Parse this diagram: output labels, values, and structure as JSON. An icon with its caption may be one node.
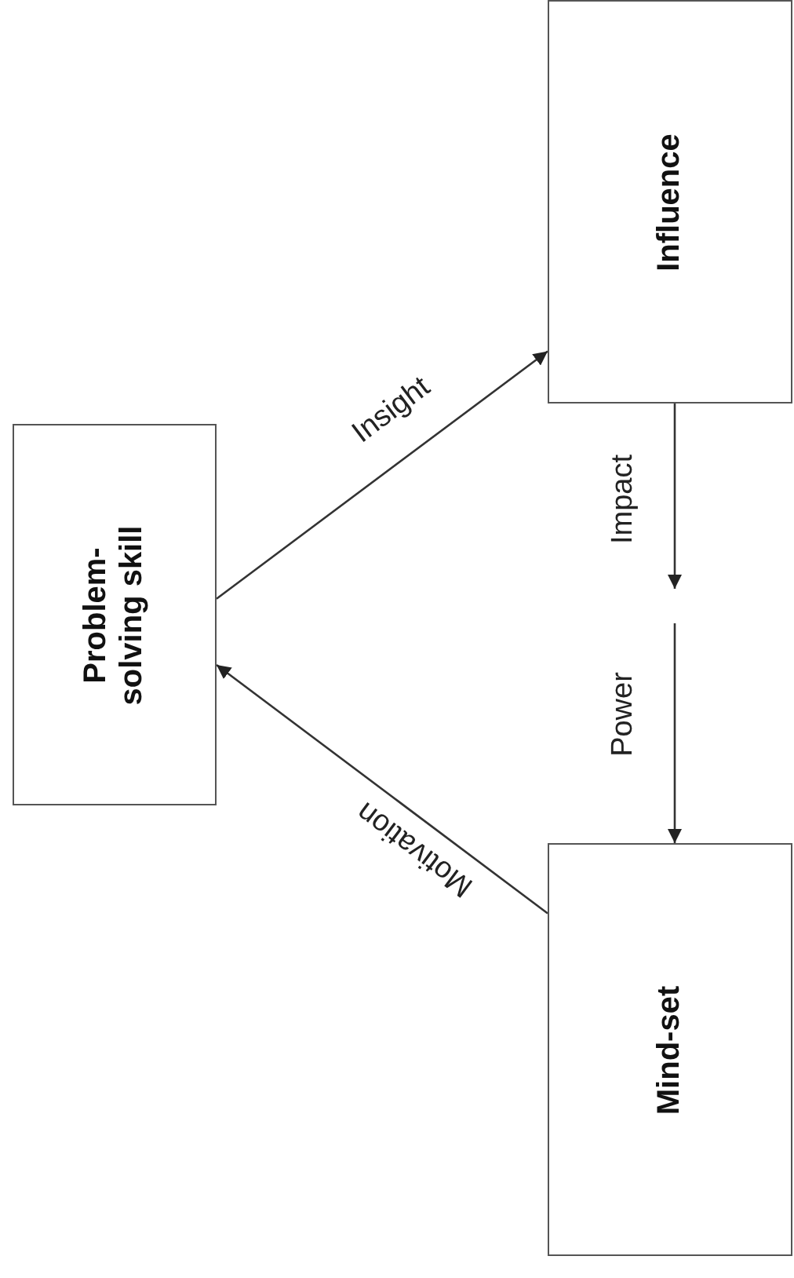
{
  "diagram": {
    "nodes": [
      {
        "text": [
          "Problem-solving skill"
        ]
      },
      {
        "text": [
          "Influence"
        ]
      },
      {
        "text": [
          "Mind-set"
        ]
      }
    ],
    "edges": [
      {
        "from": 0,
        "to": 1,
        "arrow": "to",
        "label": "Insight"
      },
      {
        "from": 1,
        "to": null,
        "arrow": "to",
        "label": "Impact"
      },
      {
        "from": null,
        "to": 2,
        "arrow": "to",
        "label": "Power"
      },
      {
        "from": 2,
        "to": 0,
        "arrow": "to",
        "label": "Motivation"
      }
    ]
  }
}
